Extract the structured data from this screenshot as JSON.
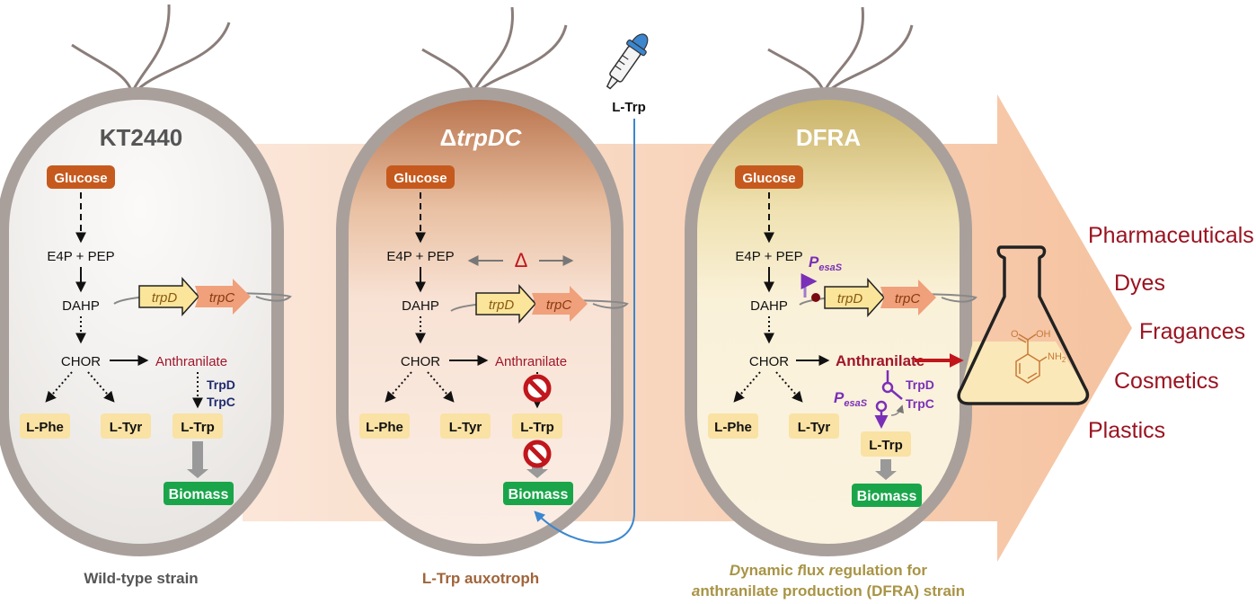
{
  "colors": {
    "band": "#f6c8a8",
    "band_light": "#fbe3d3",
    "cell_wall": "#a9a09c",
    "glucose": "#c65a1e",
    "biomass": "#1aa54a",
    "amino_box": "#f9e2a3",
    "anthranilate": "#a0162a",
    "enzyme_blue": "#1f2a6e",
    "regulator_purple": "#7a2fb8",
    "products": "#9a1320",
    "dropper_blue": "#3b86cf",
    "caption_grey": "#555555",
    "caption_brown": "#a0643a",
    "caption_olive": "#a89445"
  },
  "cells": [
    {
      "id": "kt2440",
      "title": "KT2440",
      "caption": "Wild-type strain",
      "glucose": "Glucose",
      "e4p_pep": "E4P + PEP",
      "dahp": "DAHP",
      "chor": "CHOR",
      "anthranilate": "Anthranilate",
      "enzyme1": "TrpD",
      "enzyme2": "TrpC",
      "phe": "L-Phe",
      "tyr": "L-Tyr",
      "trp": "L-Trp",
      "biomass": "Biomass",
      "gene1": "trpD",
      "gene2": "trpC"
    },
    {
      "id": "delta-trpdc",
      "title_delta": "Δ",
      "title": "trpDC",
      "caption": "L-Trp auxotroph",
      "glucose": "Glucose",
      "e4p_pep": "E4P + PEP",
      "dahp": "DAHP",
      "chor": "CHOR",
      "anthranilate": "Anthranilate",
      "deletion_mark": "Δ",
      "phe": "L-Phe",
      "tyr": "L-Tyr",
      "trp": "L-Trp",
      "biomass": "Biomass",
      "gene1": "trpD",
      "gene2": "trpC"
    },
    {
      "id": "dfra",
      "title": "DFRA",
      "caption_line1_parts": [
        "D",
        "ynamic ",
        "f",
        "lux ",
        "r",
        "egulation for"
      ],
      "caption_line2_parts": [
        "a",
        "nthranilate production (DFRA) strain"
      ],
      "glucose": "Glucose",
      "e4p_pep": "E4P + PEP",
      "dahp": "DAHP",
      "chor": "CHOR",
      "anthranilate": "Anthranilate",
      "enzyme1": "TrpD",
      "enzyme2": "TrpC",
      "promoter": "P",
      "promoter_sub": "esaS",
      "phe": "L-Phe",
      "tyr": "L-Tyr",
      "trp": "L-Trp",
      "biomass": "Biomass",
      "gene1": "trpD",
      "gene2": "trpC"
    }
  ],
  "supplement": {
    "label": "L-Trp",
    "icon": "dropper-icon"
  },
  "flask": {
    "molecule_o": "O",
    "molecule_oh": "OH",
    "molecule_nh2": "NH",
    "molecule_nh2_sub": "2"
  },
  "products": [
    "Pharmaceuticals",
    "Dyes",
    "Fragances",
    "Cosmetics",
    "Plastics"
  ]
}
